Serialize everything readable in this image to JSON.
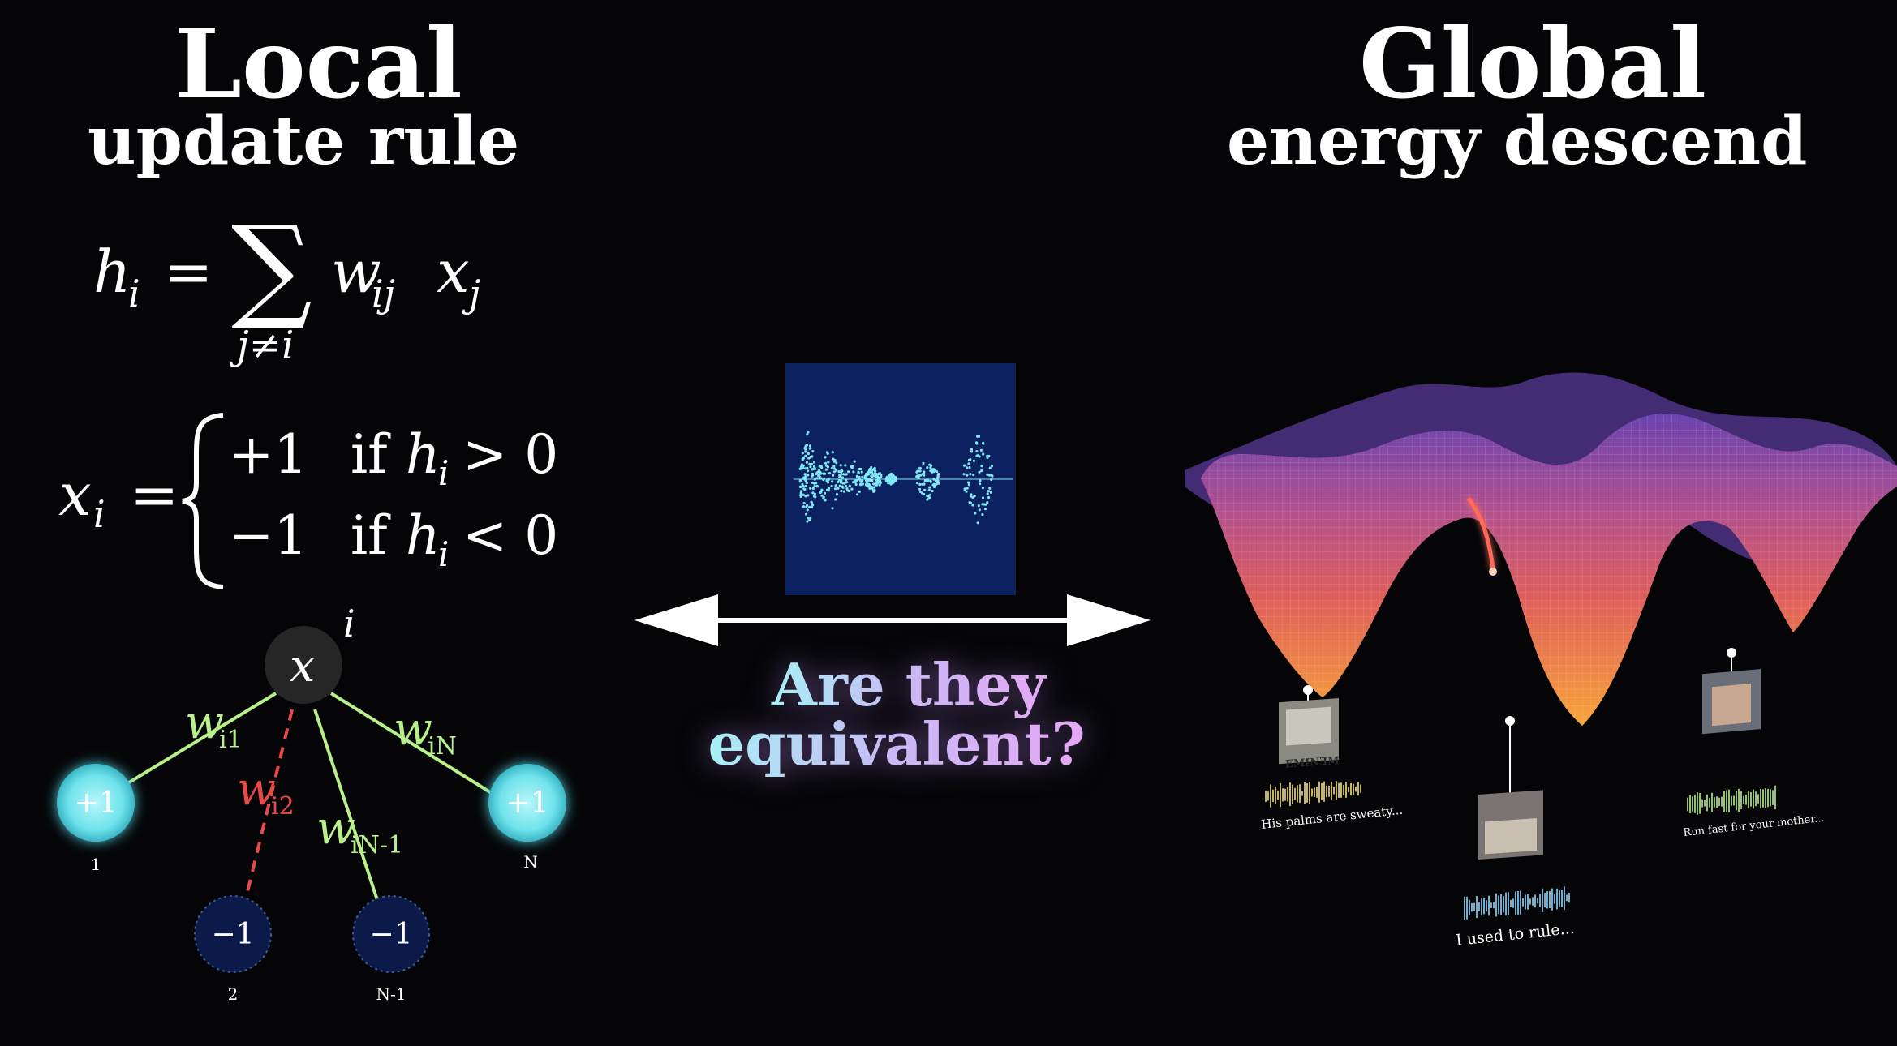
{
  "left": {
    "title": "Local",
    "subtitle": "update rule"
  },
  "right": {
    "title": "Global",
    "subtitle": "energy descend"
  },
  "equation_h": {
    "lhs_var": "h",
    "lhs_sub": "i",
    "equals": "=",
    "sum_symbol": "∑",
    "sum_index": "j≠i",
    "w": "w",
    "w_sub": "ij",
    "x": "x",
    "x_sub": "j"
  },
  "equation_x": {
    "lhs_var": "x",
    "lhs_sub": "i",
    "equals": "=",
    "case1_value": "+1",
    "case1_cond_if": "if",
    "case1_cond_var": "h",
    "case1_cond_sub": "i",
    "case1_cond_rel": "> 0",
    "case2_value": "−1",
    "case2_cond_if": "if",
    "case2_cond_var": "h",
    "case2_cond_sub": "i",
    "case2_cond_rel": "< 0"
  },
  "network": {
    "center": {
      "label": "x",
      "index": "i",
      "color": "#2a2a2a"
    },
    "nodes": [
      {
        "value": "+1",
        "index": "1",
        "kind": "positive"
      },
      {
        "value": "−1",
        "index": "2",
        "kind": "negative"
      },
      {
        "value": "−1",
        "index": "N-1",
        "kind": "negative"
      },
      {
        "value": "+1",
        "index": "N",
        "kind": "positive"
      }
    ],
    "weights": [
      {
        "w": "w",
        "sub": "i1",
        "color": "#b8f08a"
      },
      {
        "w": "w",
        "sub": "i2",
        "color": "#e84a4a"
      },
      {
        "w": "w",
        "sub": "iN-1",
        "color": "#b8f08a"
      },
      {
        "w": "w",
        "sub": "iN",
        "color": "#b8f08a"
      }
    ],
    "colors": {
      "positive": "#6fe3ec",
      "negative": "#0c1a4a",
      "edge_positive": "#b8f08a",
      "edge_negative": "#e84a4a"
    }
  },
  "center": {
    "question_line1": "Are they",
    "question_line2": "equivalent?",
    "waveform_bg": "#0b2160",
    "waveform_color": "#7fe7f5"
  },
  "landscape": {
    "memories": [
      {
        "album_text": "EMINƎM",
        "caption": "His palms are sweaty...",
        "wave_color": "#f5e37a"
      },
      {
        "album_text": "",
        "caption": "I used to rule...",
        "wave_color": "#8fd8ff"
      },
      {
        "album_text": "",
        "caption": "Run fast for your mother...",
        "wave_color": "#b8f08a"
      }
    ],
    "colors": {
      "surface_top": "#7a4ab8",
      "surface_mid": "#e0605a",
      "surface_low": "#f7a63a",
      "trajectory": "#ff6a5a"
    }
  }
}
